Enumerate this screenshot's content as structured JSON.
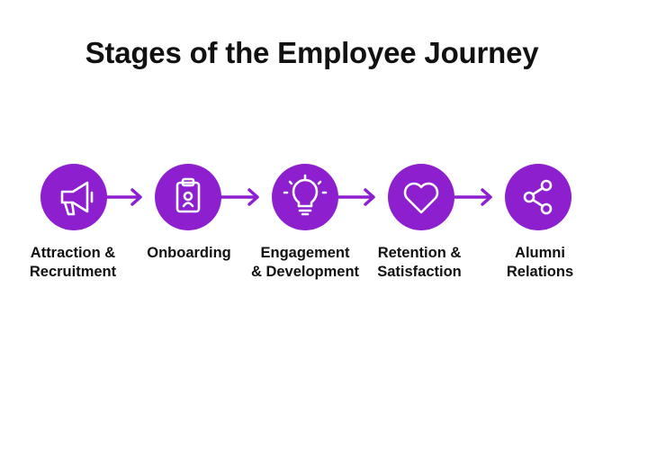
{
  "title": "Stages of the Employee Journey",
  "colors": {
    "accent": "#8e1fcf",
    "icon_stroke": "#ffffff",
    "text": "#111111"
  },
  "stages": [
    {
      "label": "Attraction &\nRecruitment",
      "icon": "megaphone-icon"
    },
    {
      "label": "Onboarding",
      "icon": "clipboard-badge-icon"
    },
    {
      "label": "Engagement\n& Development",
      "icon": "lightbulb-icon"
    },
    {
      "label": "Retention &\nSatisfaction",
      "icon": "heart-icon"
    },
    {
      "label": "Alumni\nRelations",
      "icon": "share-icon"
    }
  ]
}
